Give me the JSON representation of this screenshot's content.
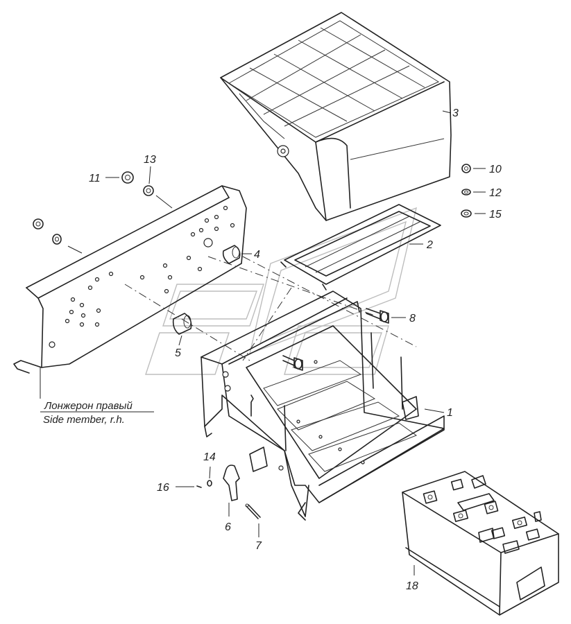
{
  "callouts": {
    "c1": "1",
    "c2": "2",
    "c3": "3",
    "c4": "4",
    "c5": "5",
    "c6": "6",
    "c7": "7",
    "c8": "8",
    "c10": "10",
    "c11": "11",
    "c12": "12",
    "c13": "13",
    "c14": "14",
    "c15": "15",
    "c16": "16",
    "c18": "18"
  },
  "caption": {
    "ru": "Лонжерон правый",
    "en": "Side member, r.h."
  }
}
